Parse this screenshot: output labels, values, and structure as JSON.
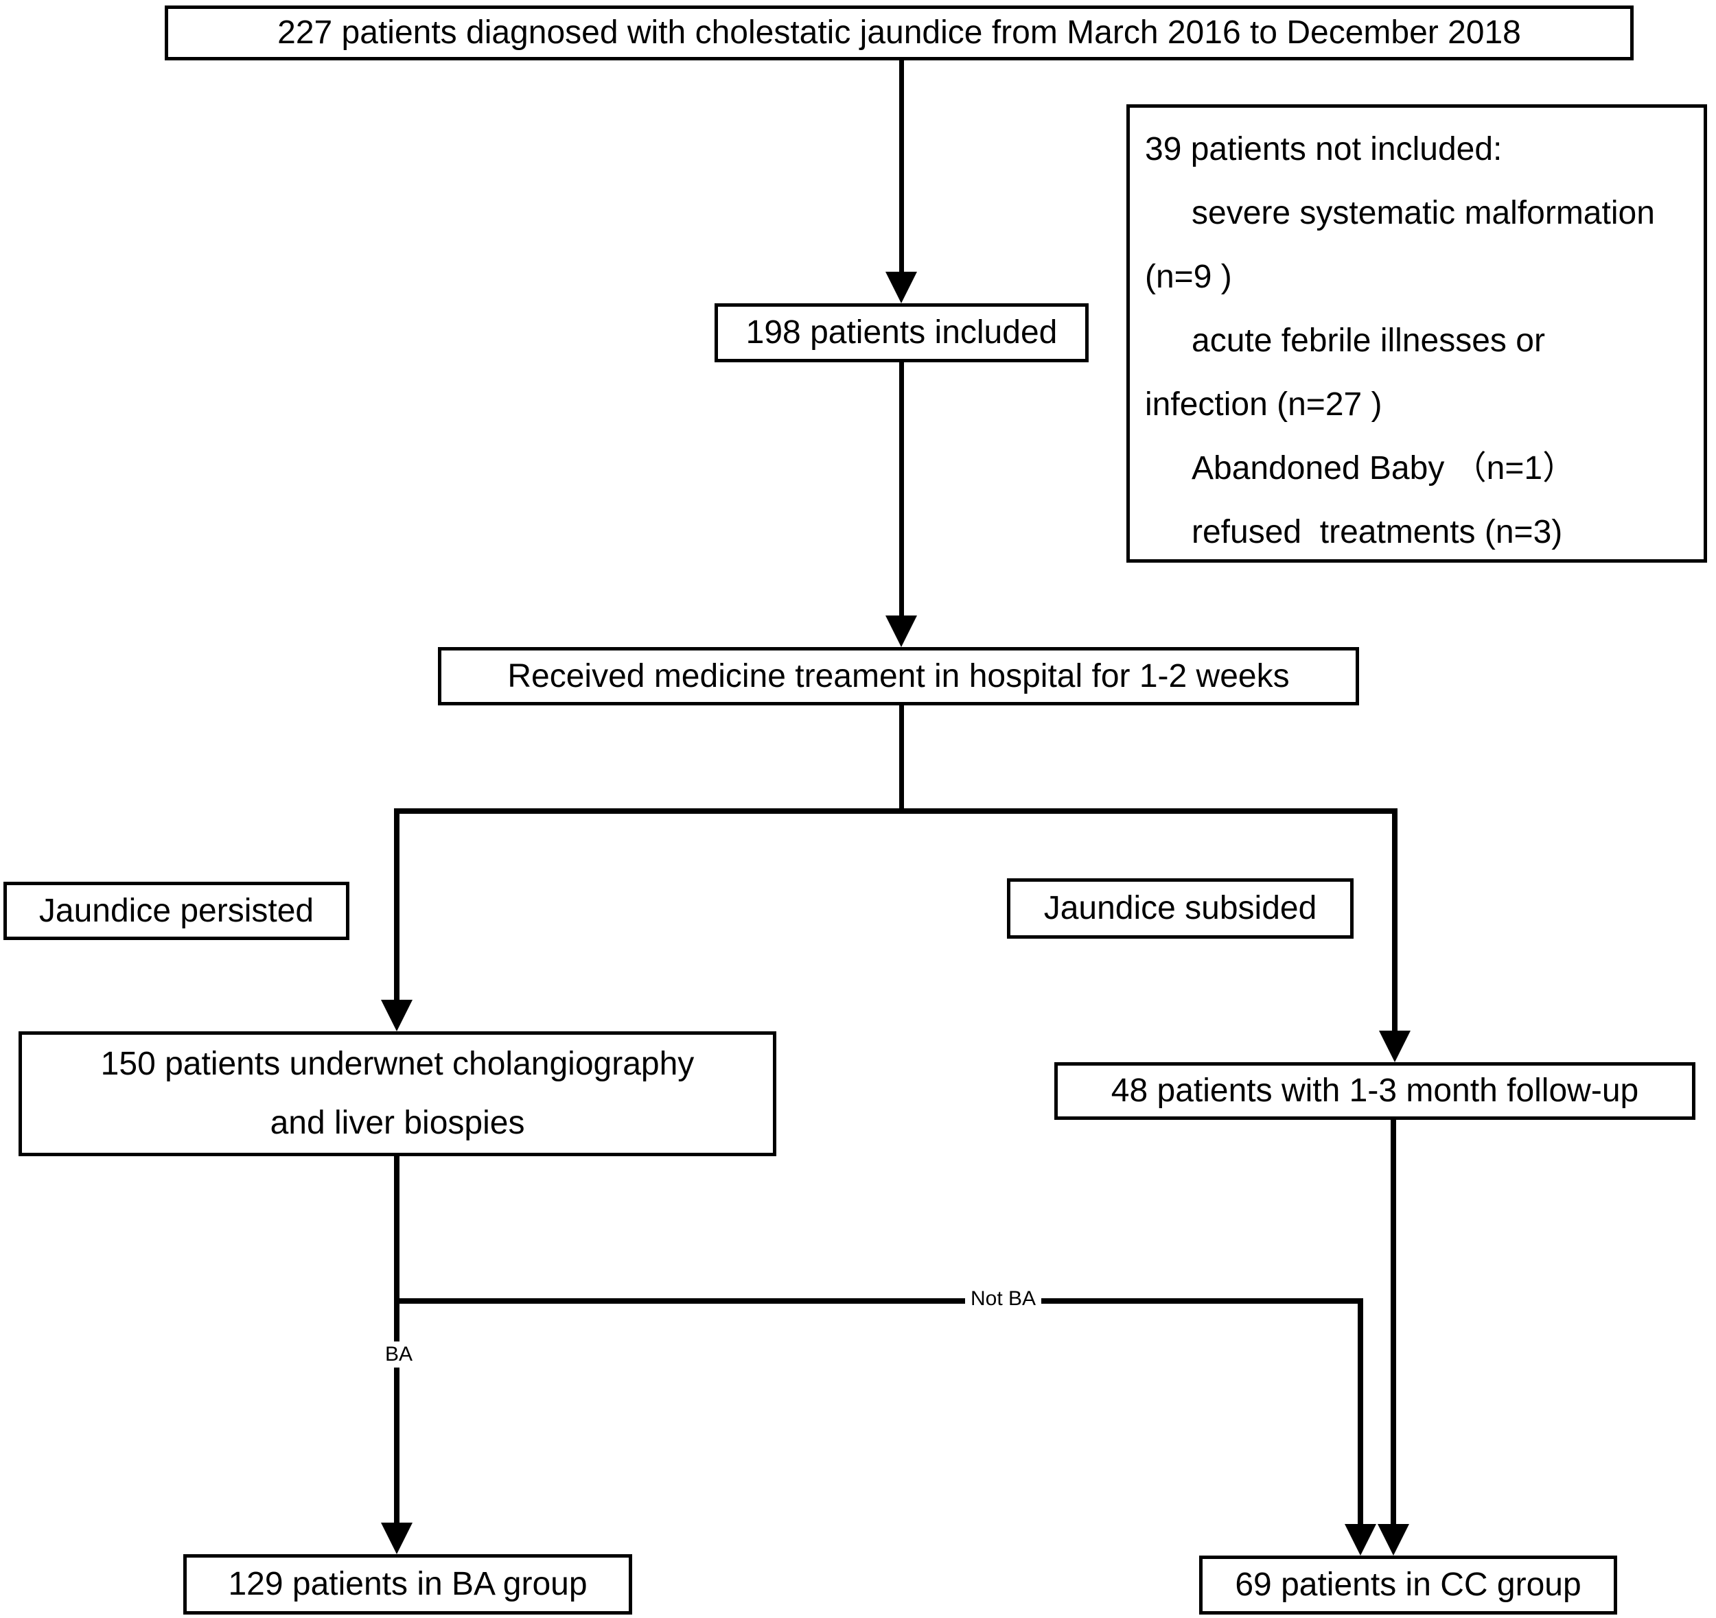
{
  "diagram": {
    "nodes": {
      "total": "227 patients diagnosed with cholestatic jaundice from March 2016 to December 2018",
      "excluded": {
        "lines": [
          "39 patients not included:",
          "severe systematic malformation",
          "(n=9 )",
          "acute febrile illnesses or",
          "infection (n=27 )",
          "Abandoned Baby （n=1）",
          "refused  treatments (n=3)"
        ]
      },
      "included": "198 patients included",
      "treatment": "Received medicine treament in hospital for 1-2 weeks",
      "persisted": "Jaundice persisted",
      "subsided": "Jaundice subsided",
      "cholangiography_line1": "150 patients underwnet cholangiography",
      "cholangiography_line2": "and liver biospies",
      "followup": "48 patients with 1-3 month follow-up",
      "ba_group": "129 patients in BA group",
      "cc_group": "69 patients in CC group"
    },
    "edge_labels": {
      "ba": "BA",
      "not_ba": "Not BA"
    },
    "colors": {
      "line": "#000000",
      "box_border": "#000000",
      "background": "#ffffff",
      "text": "#000000"
    }
  }
}
